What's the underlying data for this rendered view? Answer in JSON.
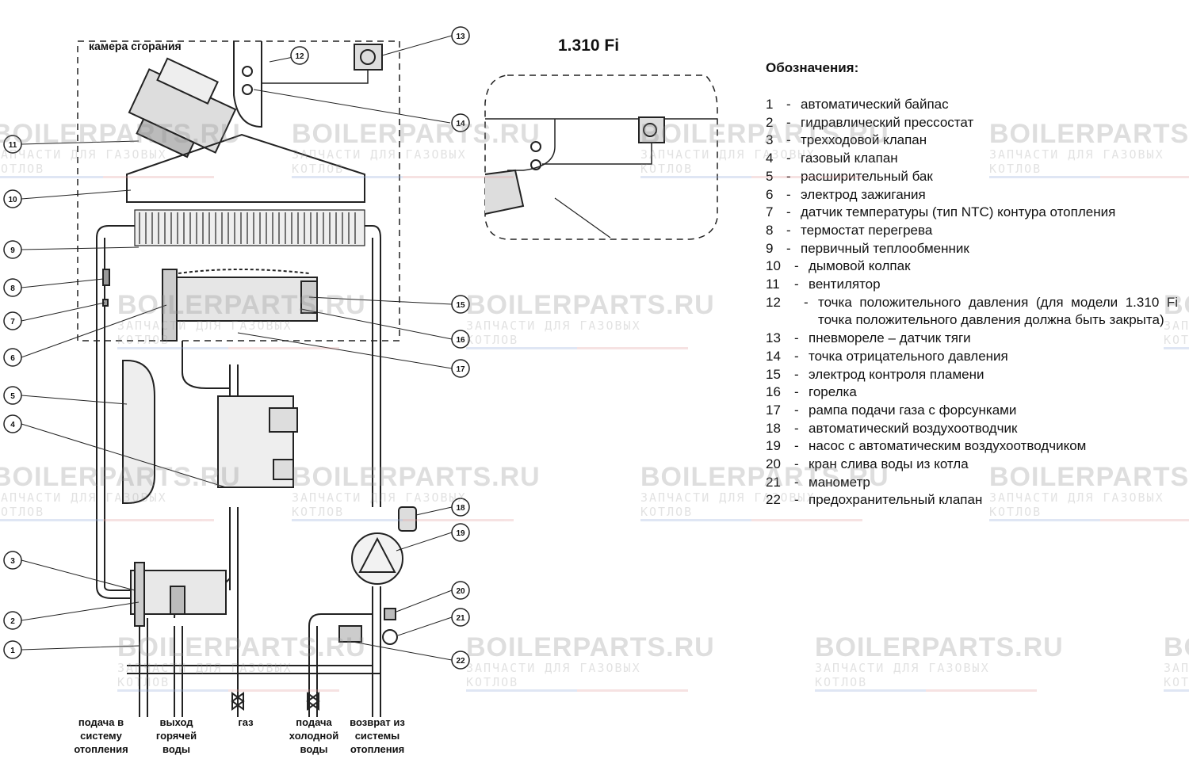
{
  "diagram": {
    "chamber_label": "камера сгорания",
    "callouts_left": [
      "11",
      "10",
      "9",
      "8",
      "7",
      "6",
      "5",
      "4",
      "3",
      "2",
      "1"
    ],
    "callouts_right": [
      "13",
      "14",
      "15",
      "16",
      "17",
      "18",
      "19",
      "20",
      "21",
      "22"
    ],
    "callout_top": "12",
    "bottom_labels": [
      "подача в системy отопления",
      "выход горячей воды",
      "газ",
      "подача холодной воды",
      "возврат из системы отопления"
    ]
  },
  "inset": {
    "title": "1.310 Fi"
  },
  "legend": {
    "title": "Обозначения:",
    "items": [
      {
        "num": "1",
        "text": "автоматический байпас"
      },
      {
        "num": "2",
        "text": "гидравлический прессостат"
      },
      {
        "num": "3",
        "text": "трехходовой клапан"
      },
      {
        "num": "4",
        "text": "газовый клапан"
      },
      {
        "num": "5",
        "text": "расширительный бак"
      },
      {
        "num": "6",
        "text": "электрод зажигания"
      },
      {
        "num": "7",
        "text": "датчик температуры (тип NTC) контура отопления"
      },
      {
        "num": "8",
        "text": "термостат перегрева"
      },
      {
        "num": "9",
        "text": "первичный теплообменник"
      },
      {
        "num": "10",
        "text": "дымовой колпак"
      },
      {
        "num": "11",
        "text": "вентилятор"
      },
      {
        "num": "12",
        "text": "точка положительного давления (для модели 1.310 Fi точка положительного давления должна быть закрыта)"
      },
      {
        "num": "13",
        "text": "пневмореле – датчик тяги"
      },
      {
        "num": "14",
        "text": "точка отрицательного давления"
      },
      {
        "num": "15",
        "text": "электрод контроля пламени"
      },
      {
        "num": "16",
        "text": "горелка"
      },
      {
        "num": "17",
        "text": "рампа подачи газа с форсунками"
      },
      {
        "num": "18",
        "text": "автоматический воздухоотводчик"
      },
      {
        "num": "19",
        "text": "насос с автоматическим воздухоотводчиком"
      },
      {
        "num": "20",
        "text": "кран слива воды из котла"
      },
      {
        "num": "21",
        "text": "манометр"
      },
      {
        "num": "22",
        "text": "предохранительный клапан"
      }
    ]
  },
  "watermark": {
    "brand": "BOILERPARTS.RU",
    "tagline": "ЗАПЧАСТИ ДЛЯ ГАЗОВЫХ КОТЛОВ"
  }
}
